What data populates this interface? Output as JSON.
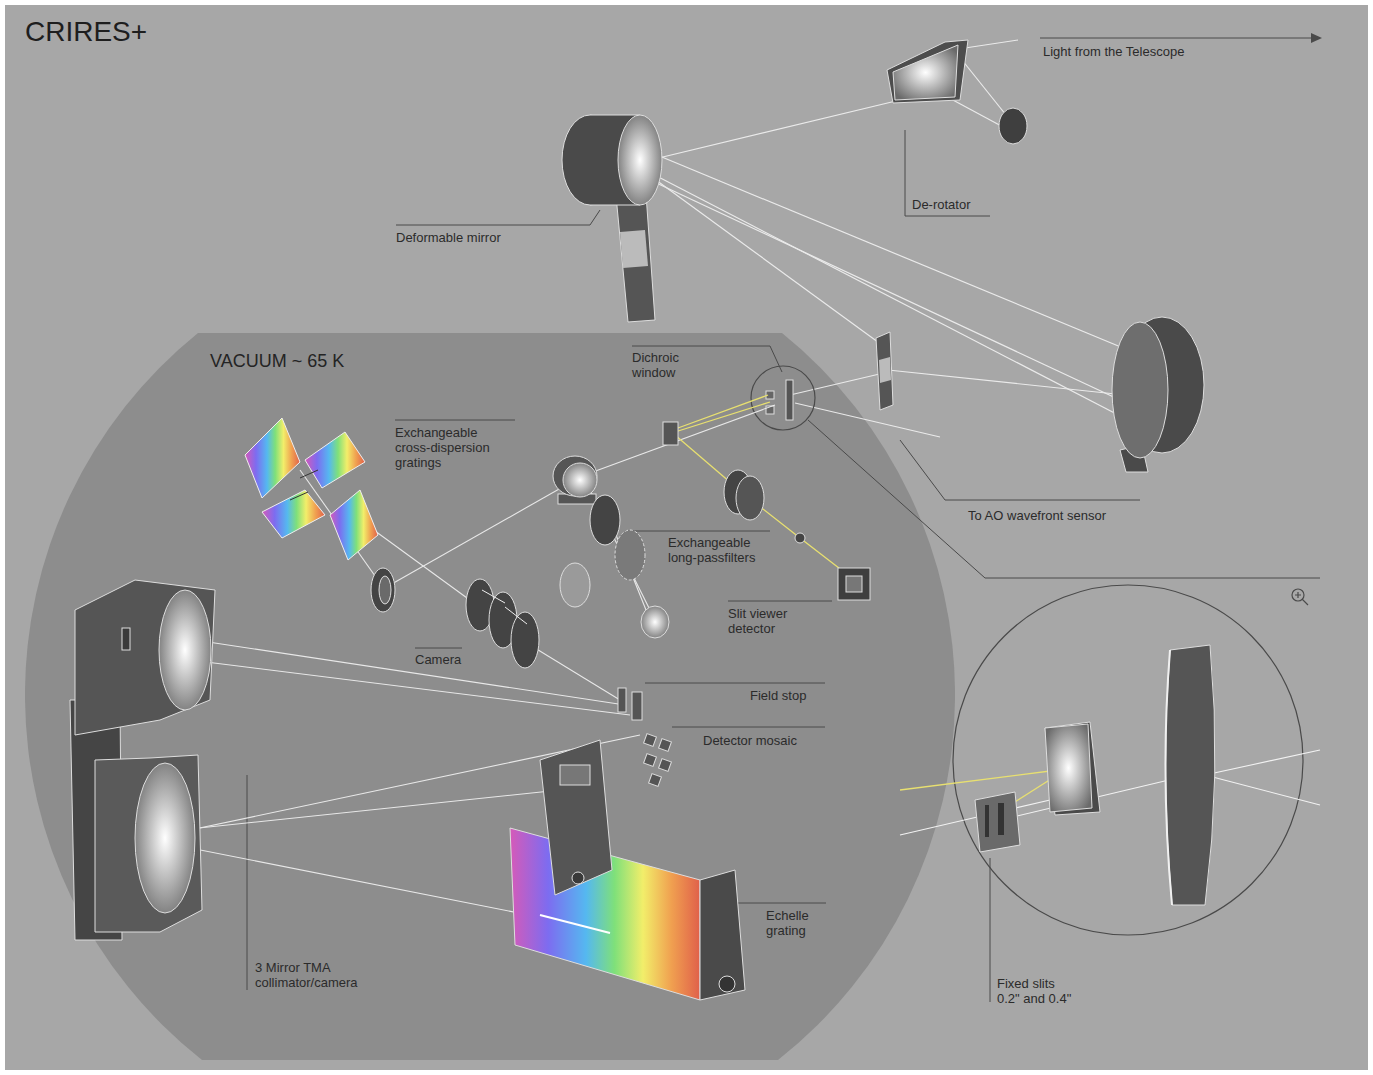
{
  "diagram": {
    "title": "CRIRES+",
    "nodes": [
      {
        "text": [
          "VACUUM ~ 65 K"
        ]
      }
    ],
    "labels": [
      "Light from the Telescope",
      "De-rotator",
      "Deformable mirror",
      "Dichroic window",
      "Exchangeable cross-dispersion gratings",
      "To AO wavefront sensor",
      "Exchangeable long-passfilters",
      "Slit viewer detector",
      "Camera",
      "Field stop",
      "Detector mosaic",
      "3 Mirror TMA collimator/camera",
      "Echelle grating",
      "Fixed slits 0.2\" and 0.4\""
    ]
  }
}
